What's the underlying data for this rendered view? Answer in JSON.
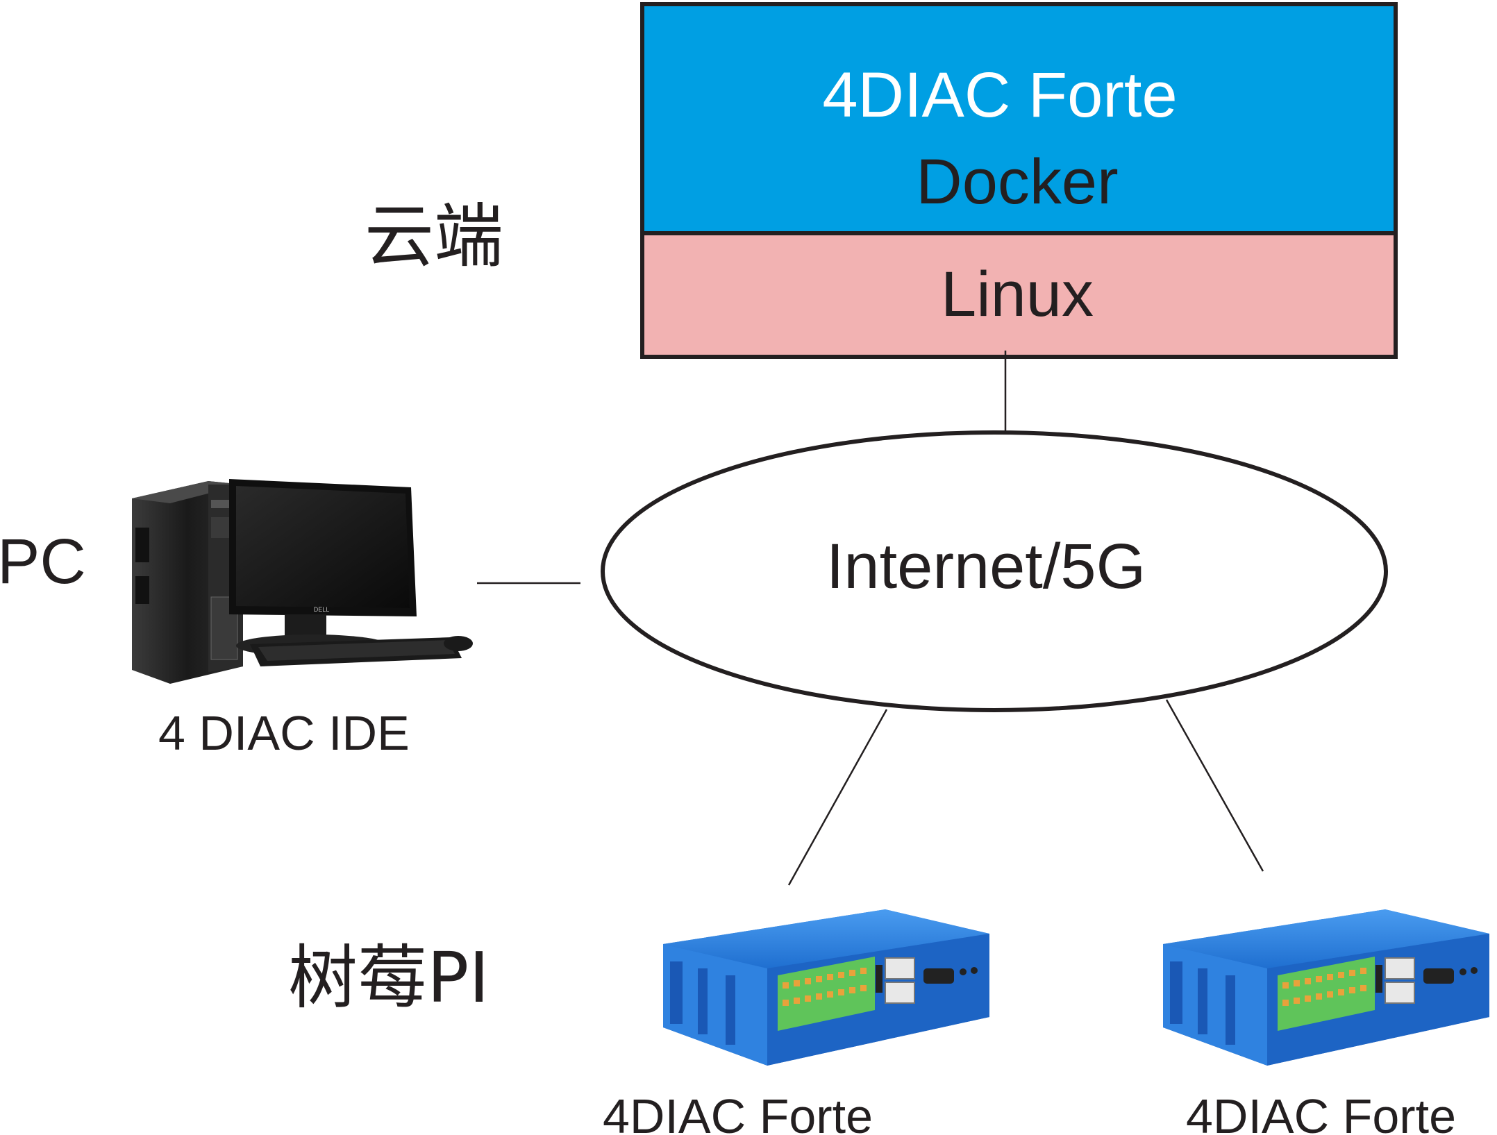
{
  "cloud": {
    "label": "云端",
    "stack": {
      "top_line1": "4DIAC Forte",
      "top_line2": "Docker",
      "bottom": "Linux",
      "top_color": "#009fe3",
      "bottom_color": "#f2b2b2"
    }
  },
  "network": {
    "label": "Internet/5G"
  },
  "pc": {
    "label": "PC",
    "caption": "4 DIAC IDE",
    "brand": "DELL"
  },
  "raspberry": {
    "label": "树莓PI",
    "devices": [
      {
        "caption": "4DIAC Forte",
        "icon": "raspberry-pi-device-icon"
      },
      {
        "caption": "4DIAC Forte",
        "icon": "raspberry-pi-device-icon"
      }
    ],
    "body_color": "#1e73d2",
    "terminal_color": "#5cc25c"
  }
}
